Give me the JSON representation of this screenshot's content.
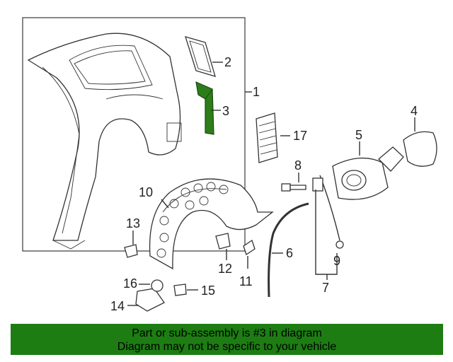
{
  "callouts": [
    "1",
    "2",
    "3",
    "4",
    "5",
    "6",
    "7",
    "8",
    "9",
    "10",
    "11",
    "12",
    "13",
    "14",
    "15",
    "16",
    "17"
  ],
  "highlight_color": "#2e7d1a",
  "banner": {
    "background": "#1d7d13",
    "line1": "Part or sub-assembly is #3 in diagram",
    "line2": "Diagram may not be specific to your vehicle"
  }
}
